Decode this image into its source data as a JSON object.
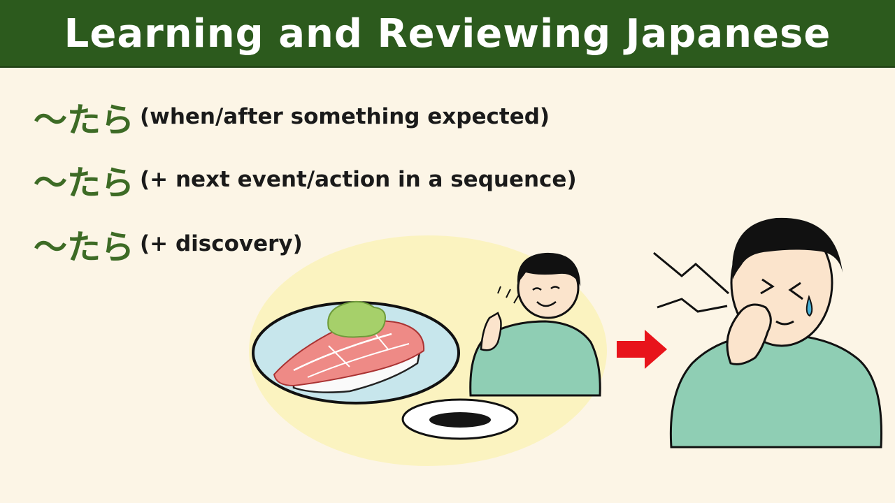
{
  "title": "Learning and Reviewing Japanese",
  "points": [
    {
      "jp": "～たら",
      "en": "(when/after something expected)"
    },
    {
      "jp": "～たら",
      "en": "(+ next event/action in a sequence)"
    },
    {
      "jp": "～たら",
      "en": "(+ discovery)"
    }
  ],
  "colors": {
    "title_bg": "#2c5a1d",
    "jp_text": "#3d6b25",
    "background": "#fcf5e6",
    "arrow": "#e8141b",
    "shirt": "#8fceb4"
  }
}
